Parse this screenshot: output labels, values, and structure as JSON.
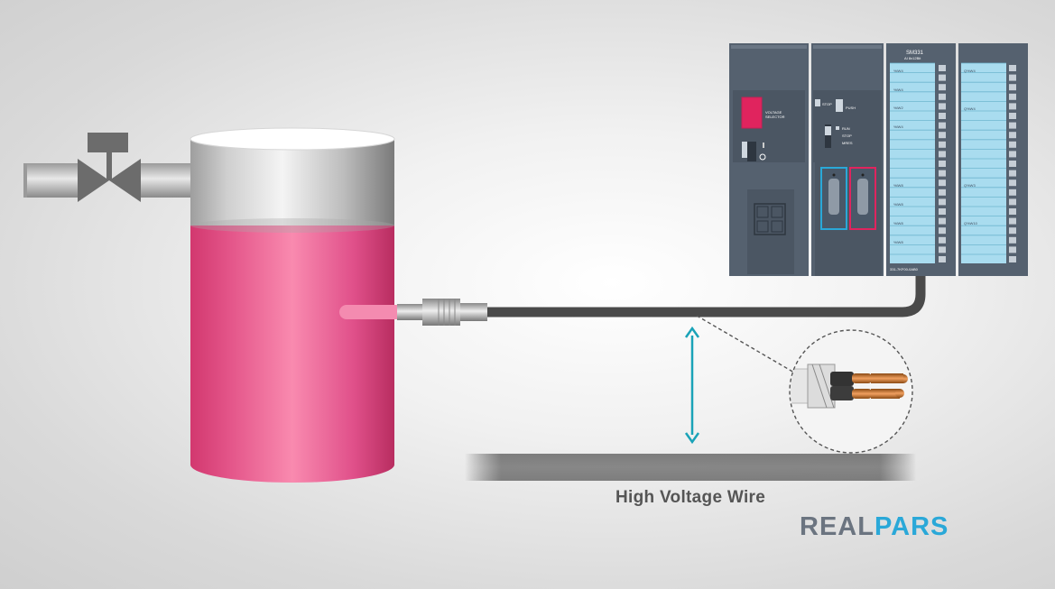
{
  "wire_label": "High Voltage Wire",
  "brand": {
    "part1": "REAL",
    "part2": "PARS"
  },
  "plc": {
    "ps_labels": [
      "VOLTAGE",
      "SELECTOR"
    ],
    "cpu_labels": {
      "stop": "STOP",
      "push": "PUSH",
      "run": "RUN",
      "stop2": "STOP",
      "mres": "MRES"
    },
    "ai_module": {
      "title": "SM331",
      "subtitle": "AI 8x12Bit",
      "channels_top": [
        "%IW4",
        "%IW4",
        "%IW2",
        "%IW4"
      ],
      "channels_bottom": [
        "%IW8",
        "%IW8",
        "%IW8",
        "%IW8"
      ],
      "part_number": "331-7KF00-0AB0"
    },
    "do_module": {
      "labels": [
        "Q%W4",
        "Q%W4",
        "Q%W3",
        "Q%W10"
      ]
    }
  },
  "colors": {
    "tank_liquid": "#f07aa4",
    "tank_top": "#bdbdbd",
    "plc_body": "#55616f",
    "plc_slot": "#a9dcef",
    "accent_arrow": "#1aa3b8",
    "cable": "#4a4a4a",
    "brand_grey": "#6b7480",
    "brand_blue": "#2aa8d8"
  },
  "icons": [
    "valve-icon",
    "tank-icon",
    "sensor-probe-icon",
    "plc-rack-icon",
    "cable-cross-section-icon",
    "distance-arrow-icon"
  ]
}
